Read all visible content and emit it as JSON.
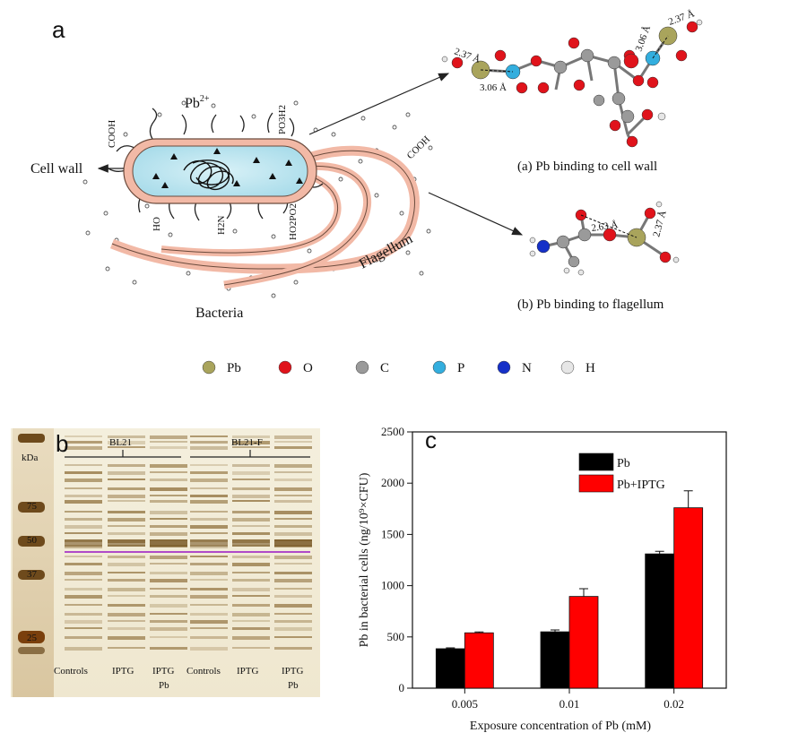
{
  "panel_a": {
    "letter": "a",
    "labels": {
      "pb_ion": "Pb",
      "pb_charge": "2+",
      "cell_wall": "Cell wall",
      "bacteria": "Bacteria",
      "flagellum": "Flagellum",
      "cooh_top": "COOH",
      "cooh_flag": "COOH",
      "po3h2": "PO3H2",
      "ho": "HO",
      "h2n": "H2N",
      "ho2po2": "HO2PO2"
    },
    "mol1": {
      "caption": "(a) Pb binding to cell wall",
      "d1": "2.37 Å",
      "d2": "3.06 Å",
      "d3": "3.06 Å",
      "d4": "2.37 Å"
    },
    "mol2": {
      "caption": "(b) Pb binding to flagellum",
      "d1": "2.63 Å",
      "d2": "2.37 Å"
    },
    "legend": [
      {
        "label": "Pb",
        "color": "#a9a45c"
      },
      {
        "label": "O",
        "color": "#e0131b"
      },
      {
        "label": "C",
        "color": "#9a9a9a"
      },
      {
        "label": "P",
        "color": "#33aede"
      },
      {
        "label": "N",
        "color": "#1530c8"
      },
      {
        "label": "H",
        "color": "#e6e6e6"
      }
    ]
  },
  "panel_b": {
    "letter": "b",
    "unit": "kDa",
    "markers": [
      "75",
      "50",
      "37",
      "25"
    ],
    "groups": [
      "BL21",
      "BL21-F"
    ],
    "lanes": [
      {
        "label": "Controls",
        "sub": ""
      },
      {
        "label": "IPTG",
        "sub": ""
      },
      {
        "label": "IPTG",
        "sub": "Pb"
      },
      {
        "label": "Controls",
        "sub": ""
      },
      {
        "label": "IPTG",
        "sub": ""
      },
      {
        "label": "IPTG",
        "sub": "Pb"
      }
    ]
  },
  "panel_c": {
    "letter": "c"
  },
  "chart_data": {
    "type": "bar",
    "categories": [
      "0.005",
      "0.01",
      "0.02"
    ],
    "series": [
      {
        "name": "Pb",
        "color": "#000000",
        "values": [
          385,
          550,
          1310
        ],
        "errors": [
          8,
          18,
          25
        ]
      },
      {
        "name": "Pb+IPTG",
        "color": "#ff0000",
        "values": [
          540,
          895,
          1760
        ],
        "errors": [
          8,
          75,
          165
        ]
      }
    ],
    "xlabel": "Exposure concentration of Pb (mM)",
    "ylabel": "Pb in bacterial cells (ng/10⁹×CFU)",
    "ylim": [
      0,
      2500
    ],
    "yticks": [
      "0",
      "500",
      "1000",
      "1500",
      "2000",
      "2500"
    ],
    "legend_position": "top-center",
    "grid": false
  }
}
